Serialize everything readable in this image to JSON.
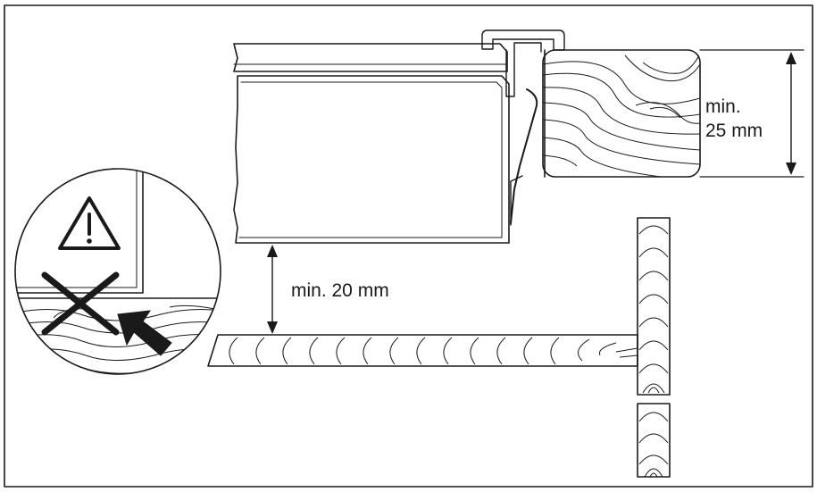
{
  "labels": {
    "top_clearance_line1": "min.",
    "top_clearance_line2": "25 mm",
    "bottom_clearance": "min. 20 mm"
  },
  "icons": {
    "warning": "warning-triangle-icon",
    "prohibited": "cross-icon",
    "pointer": "arrow-icon"
  },
  "colors": {
    "ink": "#1a1a1a",
    "paper": "#ffffff",
    "trim": "#8c8c8c"
  }
}
